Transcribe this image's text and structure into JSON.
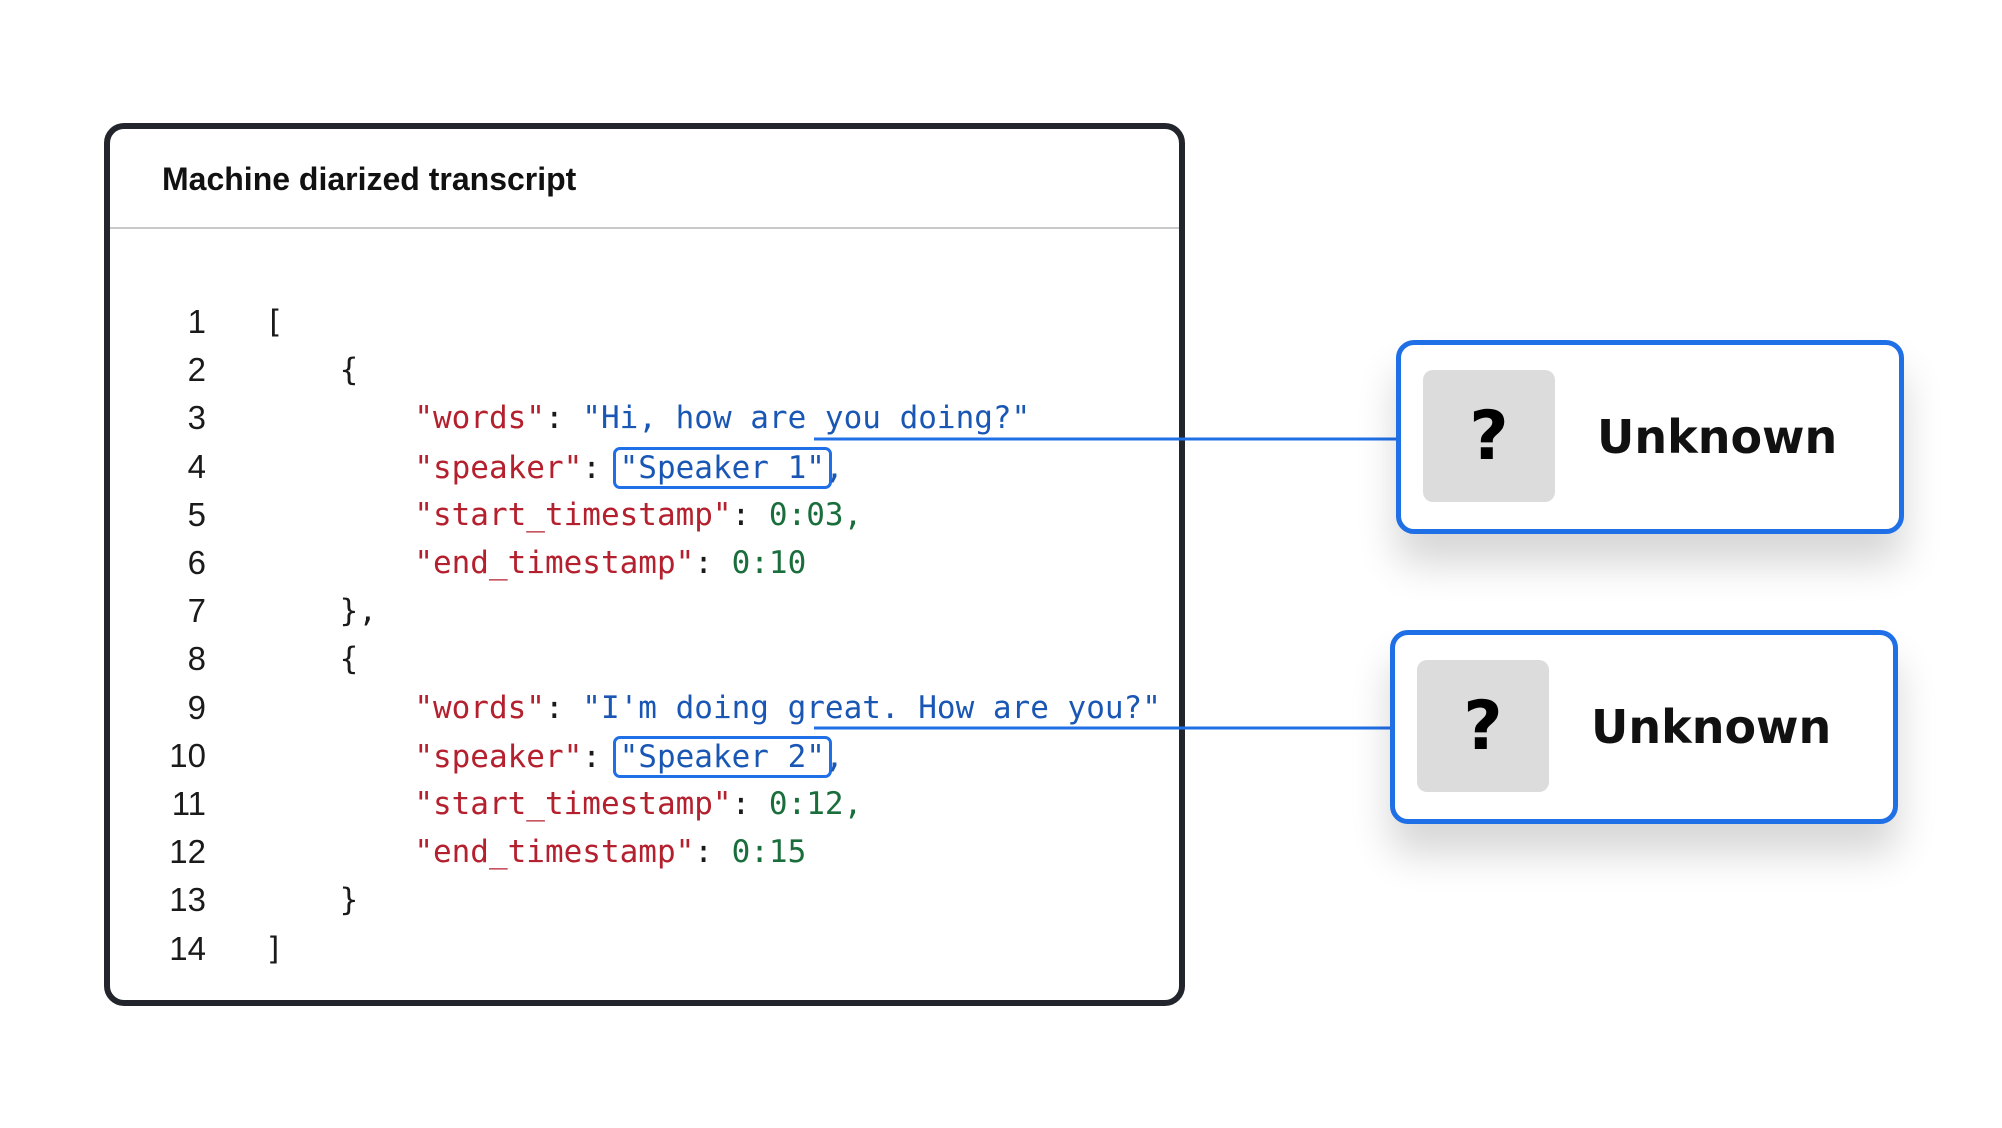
{
  "panel": {
    "title": "Machine diarized transcript"
  },
  "code_lines": [
    {
      "num": "1",
      "parts": [
        {
          "t": "[",
          "c": "p"
        }
      ]
    },
    {
      "num": "2",
      "parts": [
        {
          "t": "    {",
          "c": "p"
        }
      ]
    },
    {
      "num": "3",
      "parts": [
        {
          "t": "        ",
          "c": "p"
        },
        {
          "t": "\"words\"",
          "c": "k"
        },
        {
          "t": ": ",
          "c": "p"
        },
        {
          "t": "\"Hi, how are you doing?\"",
          "c": "s"
        }
      ]
    },
    {
      "num": "4",
      "parts": [
        {
          "t": "        ",
          "c": "p"
        },
        {
          "t": "\"speaker\"",
          "c": "k"
        },
        {
          "t": ": ",
          "c": "p"
        },
        {
          "t": "\"Speaker 1\"",
          "c": "s",
          "hl": true
        },
        {
          "t": ",",
          "c": "s"
        }
      ]
    },
    {
      "num": "5",
      "parts": [
        {
          "t": "        ",
          "c": "p"
        },
        {
          "t": "\"start_timestamp\"",
          "c": "k"
        },
        {
          "t": ": ",
          "c": "p"
        },
        {
          "t": "0:03,",
          "c": "n"
        }
      ]
    },
    {
      "num": "6",
      "parts": [
        {
          "t": "        ",
          "c": "p"
        },
        {
          "t": "\"end_timestamp\"",
          "c": "k"
        },
        {
          "t": ": ",
          "c": "p"
        },
        {
          "t": "0:10",
          "c": "n"
        }
      ]
    },
    {
      "num": "7",
      "parts": [
        {
          "t": "    },",
          "c": "p"
        }
      ]
    },
    {
      "num": "8",
      "parts": [
        {
          "t": "    {",
          "c": "p"
        }
      ]
    },
    {
      "num": "9",
      "parts": [
        {
          "t": "        ",
          "c": "p"
        },
        {
          "t": "\"words\"",
          "c": "k"
        },
        {
          "t": ": ",
          "c": "p"
        },
        {
          "t": "\"I'm doing great. How are you?\"",
          "c": "s"
        }
      ]
    },
    {
      "num": "10",
      "parts": [
        {
          "t": "        ",
          "c": "p"
        },
        {
          "t": "\"speaker\"",
          "c": "k"
        },
        {
          "t": ": ",
          "c": "p"
        },
        {
          "t": "\"Speaker 2\"",
          "c": "s",
          "hl": true
        },
        {
          "t": ",",
          "c": "s"
        }
      ]
    },
    {
      "num": "11",
      "parts": [
        {
          "t": "        ",
          "c": "p"
        },
        {
          "t": "\"start_timestamp\"",
          "c": "k"
        },
        {
          "t": ": ",
          "c": "p"
        },
        {
          "t": "0:12,",
          "c": "n"
        }
      ]
    },
    {
      "num": "12",
      "parts": [
        {
          "t": "        ",
          "c": "p"
        },
        {
          "t": "\"end_timestamp\"",
          "c": "k"
        },
        {
          "t": ": ",
          "c": "p"
        },
        {
          "t": "0:15",
          "c": "n"
        }
      ]
    },
    {
      "num": "13",
      "parts": [
        {
          "t": "    }",
          "c": "p"
        }
      ]
    },
    {
      "num": "14",
      "parts": [
        {
          "t": "]",
          "c": "p"
        }
      ]
    }
  ],
  "cards": [
    {
      "icon": "question-mark-icon",
      "glyph": "?",
      "label": "Unknown"
    },
    {
      "icon": "question-mark-icon",
      "glyph": "?",
      "label": "Unknown"
    }
  ],
  "colors": {
    "key": "#b5202e",
    "string": "#1a57b5",
    "number": "#1a6e3c",
    "accent": "#1f6fe6",
    "panel_border": "#22252b",
    "icon_bg": "#dcdcdc"
  }
}
